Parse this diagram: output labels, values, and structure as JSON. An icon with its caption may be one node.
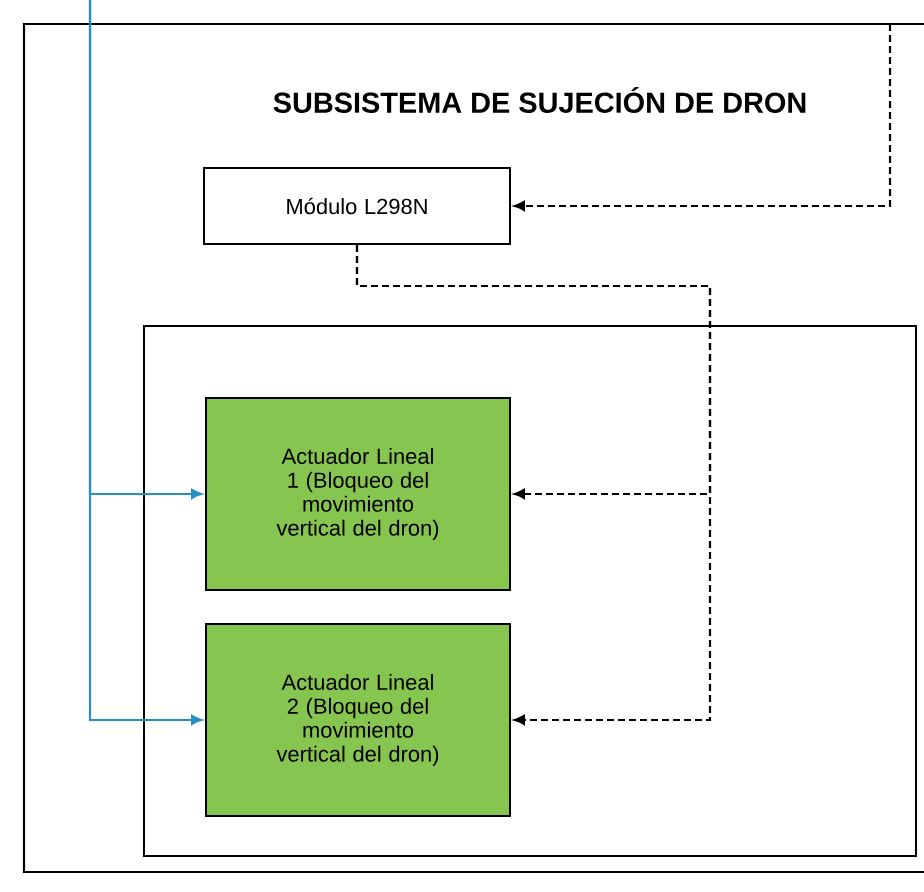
{
  "diagram": {
    "nodes": [
      {
        "text": [
          "SUBSISTEMA DE SUJECIÓN DE DRON"
        ]
      },
      {
        "text": [
          "Módulo L298N"
        ],
        "in": 0
      },
      {
        "text": [],
        "shape": "box",
        "in": 0
      },
      {
        "text": [
          "Actuador Lineal 1 (Bloqueo del movimiento vertical del dron)"
        ],
        "in": 2
      },
      {
        "text": [
          "Actuador Lineal 2 (Bloqueo del movimiento vertical del dron)"
        ],
        "in": 2
      }
    ],
    "edges": [
      {
        "from": null,
        "to": 3,
        "arrow": "to",
        "color": "#2a8fc0"
      },
      {
        "from": null,
        "to": 4,
        "arrow": "to",
        "color": "#2a8fc0"
      },
      {
        "from": null,
        "to": 1,
        "arrow": "to",
        "style": "dashed"
      },
      {
        "from": 1,
        "to": 3,
        "arrow": "to",
        "style": "dashed"
      },
      {
        "from": 1,
        "to": 4,
        "arrow": "to",
        "style": "dashed"
      }
    ]
  }
}
